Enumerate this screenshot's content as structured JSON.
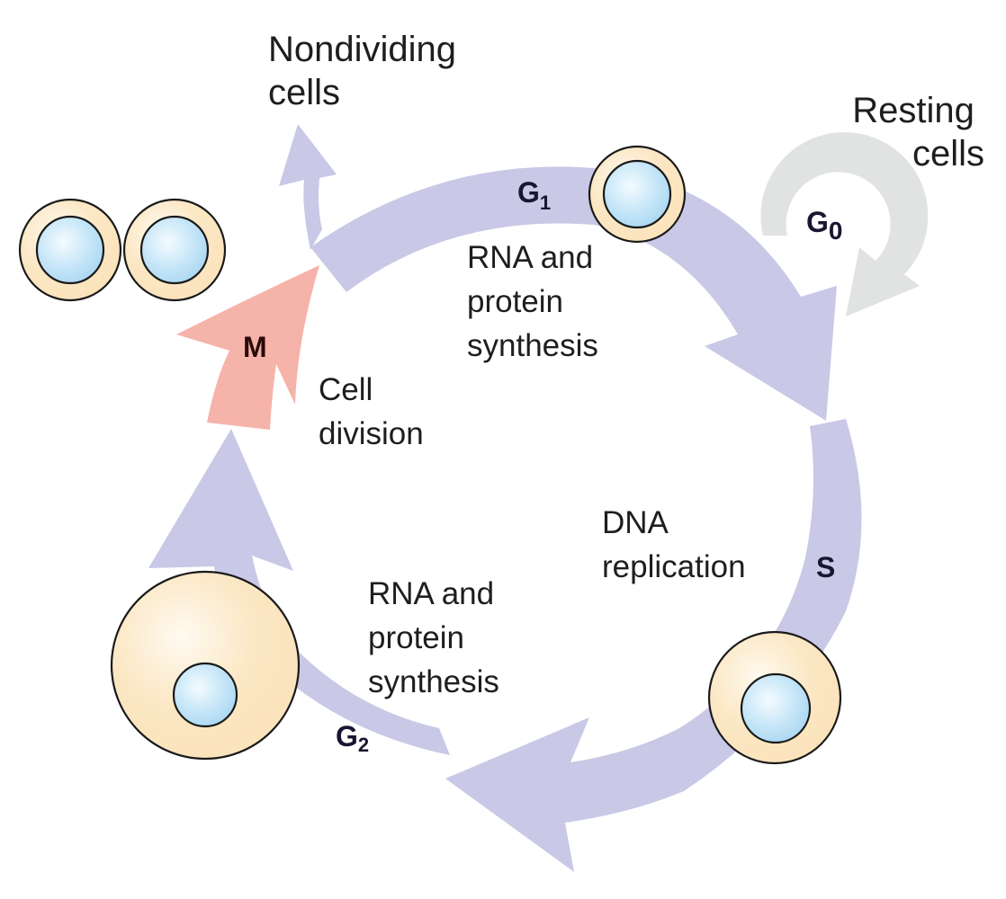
{
  "title": "Cell cycle",
  "labels": {
    "nondividing": [
      "Nondividing",
      "cells"
    ],
    "resting": [
      "Resting",
      "cells"
    ],
    "g1_process": [
      "RNA and",
      "protein",
      "synthesis"
    ],
    "m_process": [
      "Cell",
      "division"
    ],
    "s_process": [
      "DNA",
      "replication"
    ],
    "g2_process": [
      "RNA and",
      "protein",
      "synthesis"
    ]
  },
  "phases": {
    "g1": {
      "letter": "G",
      "sub": "1"
    },
    "g0": {
      "letter": "G",
      "sub": "0"
    },
    "s": {
      "letter": "S"
    },
    "g2": {
      "letter": "G",
      "sub": "2"
    },
    "m": {
      "letter": "M"
    }
  },
  "colors": {
    "cycle_arrow": "#c9c8e6",
    "mitosis_arrow": "#f6b3aa",
    "resting_loop": "#e0e3e2",
    "cytoplasm": "#fbe7c4",
    "cytoplasm_highlight": "#fffaf0",
    "nucleus": "#b9e0f5",
    "nucleus_highlight": "#f4fbff"
  }
}
